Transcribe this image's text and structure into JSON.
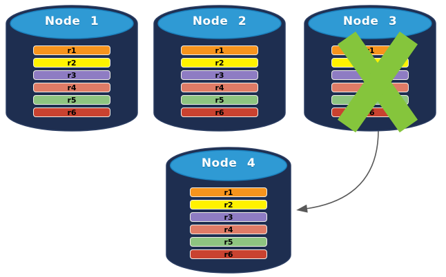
{
  "diagram": {
    "background_color": "#FFFFFF",
    "cylinder": {
      "body_color": "#1E2E50",
      "body_edge_color": "#2C3E63",
      "top_color": "#2F9AD4",
      "top_edge_color": "#1B7FBC",
      "label_color": "#FFFFFF"
    },
    "row_style": {
      "border_color": "#F1EFE9",
      "text_color": "#000000"
    },
    "nodes": [
      {
        "label": "Node 1",
        "failed": false,
        "rows": [
          {
            "label": "r1",
            "color": "#F7941D"
          },
          {
            "label": "r2",
            "color": "#FFF200"
          },
          {
            "label": "r3",
            "color": "#8E7CC3"
          },
          {
            "label": "r4",
            "color": "#DF7B66"
          },
          {
            "label": "r5",
            "color": "#8EC480"
          },
          {
            "label": "r6",
            "color": "#C94230"
          }
        ]
      },
      {
        "label": "Node 2",
        "failed": false,
        "rows": [
          {
            "label": "r1",
            "color": "#F7941D"
          },
          {
            "label": "r2",
            "color": "#FFF200"
          },
          {
            "label": "r3",
            "color": "#8E7CC3"
          },
          {
            "label": "r4",
            "color": "#DF7B66"
          },
          {
            "label": "r5",
            "color": "#8EC480"
          },
          {
            "label": "r6",
            "color": "#C94230"
          }
        ]
      },
      {
        "label": "Node 3",
        "failed": true,
        "rows": [
          {
            "label": "r1",
            "color": "#F7941D"
          },
          {
            "label": "r2",
            "color": "#FFF200"
          },
          {
            "label": "r3",
            "color": "#8E7CC3"
          },
          {
            "label": "r4",
            "color": "#DF7B66"
          },
          {
            "label": "r5",
            "color": "#8EC480"
          },
          {
            "label": "r6",
            "color": "#C94230"
          }
        ]
      },
      {
        "label": "Node 4",
        "failed": false,
        "rows": [
          {
            "label": "r1",
            "color": "#F7941D"
          },
          {
            "label": "r2",
            "color": "#FFF200"
          },
          {
            "label": "r3",
            "color": "#8E7CC3"
          },
          {
            "label": "r4",
            "color": "#DF7B66"
          },
          {
            "label": "r5",
            "color": "#8EC480"
          },
          {
            "label": "r6",
            "color": "#C94230"
          }
        ]
      }
    ],
    "failure_mark": {
      "icon": "x-mark",
      "color": "#85C53C",
      "on_node": "Node 3"
    },
    "arrow": {
      "color": "#595959",
      "from": "Node 3",
      "to": "Node 4"
    }
  }
}
